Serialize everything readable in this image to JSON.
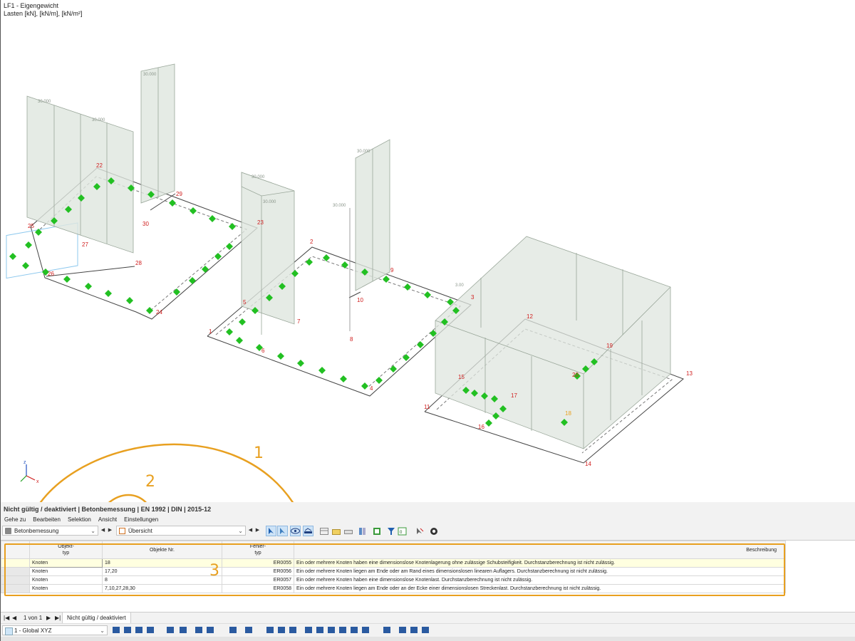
{
  "viewport": {
    "loadcase_title": "LF1 - Eigengewicht",
    "loads_units": "Lasten [kN], [kN/m], [kN/m²]",
    "load_label": "30.000",
    "load_label_small": "3.00",
    "axis_x": "x",
    "axis_z": "z",
    "node_labels": [
      "1",
      "2",
      "3",
      "4",
      "5",
      "6",
      "7",
      "8",
      "9",
      "10",
      "11",
      "12",
      "13",
      "14",
      "15",
      "16",
      "17",
      "18",
      "19",
      "20",
      "22",
      "23",
      "24",
      "25",
      "26",
      "27",
      "28",
      "29",
      "30"
    ]
  },
  "callouts": {
    "one": "1",
    "two": "2",
    "three": "3"
  },
  "panel": {
    "title": "Nicht gültig / deaktiviert | Betonbemessung | EN 1992 | DIN | 2015-12",
    "menu": [
      "Gehe zu",
      "Bearbeiten",
      "Selektion",
      "Ansicht",
      "Einstellungen"
    ],
    "module_select": "Betonbemessung",
    "view_select": "Übersicht",
    "table": {
      "headers": {
        "objekttyp": "Objekt-\ntyp",
        "objekte_nr": "Objekte Nr.",
        "fehlertyp": "Fehler-\ntyp",
        "beschreibung": "Beschreibung"
      },
      "rows": [
        {
          "typ": "Knoten",
          "nr": "18",
          "fehler": "ER0055",
          "text": "Ein oder mehrere Knoten haben eine dimensionslose Knotenlagerung ohne zulässige Schubsteifigkeit. Durchstanzberechnung ist nicht zulässig."
        },
        {
          "typ": "Knoten",
          "nr": "17,20",
          "fehler": "ER0056",
          "text": "Ein oder mehrere Knoten liegen am Ende oder am Rand eines dimensionslosen linearen Auflagers. Durchstanzberechnung ist nicht zulässig."
        },
        {
          "typ": "Knoten",
          "nr": "8",
          "fehler": "ER0057",
          "text": "Ein oder mehrere Knoten haben eine dimensionslose Knotenlast. Durchstanzberechnung ist nicht zulässig."
        },
        {
          "typ": "Knoten",
          "nr": "7,10,27,28,30",
          "fehler": "ER0058",
          "text": "Ein oder mehrere Knoten liegen am Ende oder an der Ecke einer dimensionslosen Streckenlast. Durchstanzberechnung ist nicht zulässig."
        }
      ]
    },
    "pager": {
      "first": "|◀",
      "prev": "◀",
      "text": "1 von 1",
      "next": "▶",
      "last": "▶|"
    },
    "tab_label": "Nicht gültig / deaktiviert",
    "coord_select": "1 - Global XYZ"
  },
  "colors": {
    "accent": "#e8a020",
    "node": "#e02020",
    "support": "#22c022",
    "load": "#cfd8cf"
  }
}
